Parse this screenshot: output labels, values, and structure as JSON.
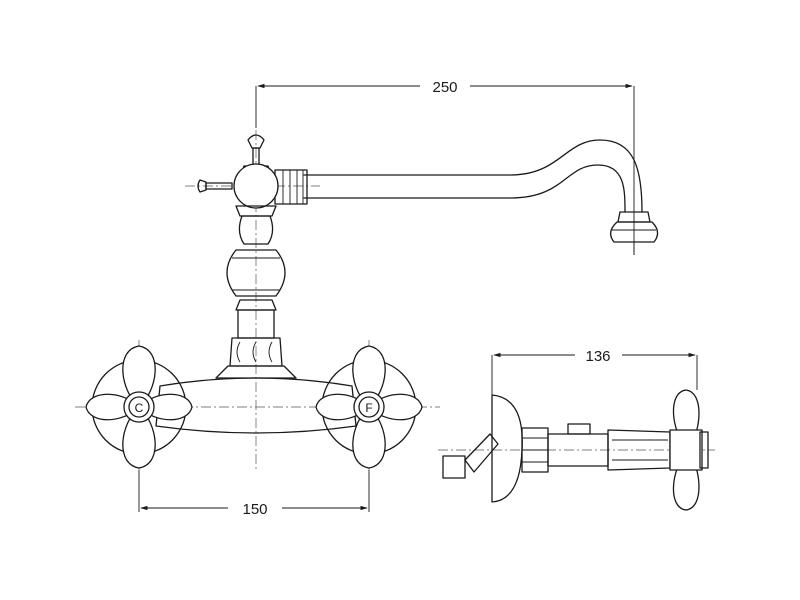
{
  "dimensions": {
    "spout_reach": "250",
    "side_depth": "136",
    "handle_spacing": "150"
  },
  "handle_marks": {
    "left": "C",
    "right": "F"
  }
}
